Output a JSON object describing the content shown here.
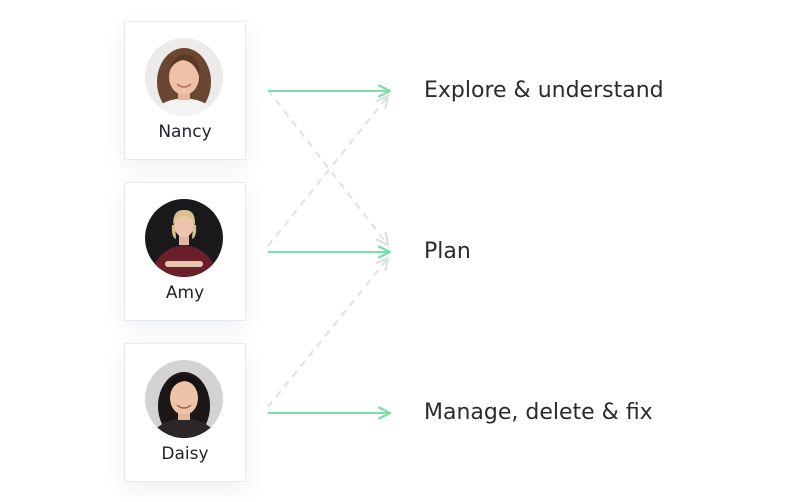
{
  "people": [
    {
      "name": "Nancy",
      "avatar_icon": "avatar-photo-icon"
    },
    {
      "name": "Amy",
      "avatar_icon": "avatar-photo-icon"
    },
    {
      "name": "Daisy",
      "avatar_icon": "avatar-photo-icon"
    }
  ],
  "actions": [
    {
      "label": "Explore & understand"
    },
    {
      "label": "Plan"
    },
    {
      "label": "Manage, delete & fix"
    }
  ],
  "connections": [
    {
      "from": "Nancy",
      "to": "Explore & understand",
      "style": "solid"
    },
    {
      "from": "Nancy",
      "to": "Plan",
      "style": "dashed"
    },
    {
      "from": "Amy",
      "to": "Plan",
      "style": "solid"
    },
    {
      "from": "Amy",
      "to": "Explore & understand",
      "style": "dashed"
    },
    {
      "from": "Daisy",
      "to": "Manage, delete & fix",
      "style": "solid"
    },
    {
      "from": "Daisy",
      "to": "Plan",
      "style": "dashed"
    }
  ],
  "colors": {
    "solid_arrow": "#7ddfa8",
    "dashed_arrow": "#dde1e6",
    "text": "#2b2b2b"
  }
}
